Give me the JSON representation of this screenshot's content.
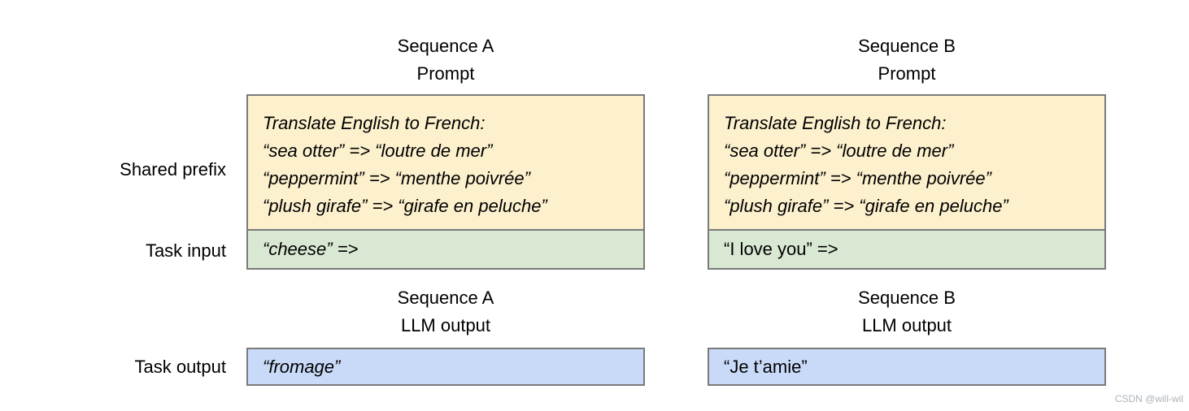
{
  "diagram": {
    "side_labels": {
      "shared_prefix": "Shared prefix",
      "task_input": "Task input",
      "task_output": "Task output"
    },
    "columns": [
      {
        "id": "sequence-a",
        "prompt_header": {
          "line1": "Sequence A",
          "line2": "Prompt"
        },
        "prompt_lines": [
          "Translate English to French:",
          "“sea otter” => “loutre de mer”",
          "“peppermint” => “menthe poivrée”",
          "“plush girafe” => “girafe en peluche”"
        ],
        "task_input": "“cheese” =>",
        "output_header": {
          "line1": "Sequence A",
          "line2": "LLM output"
        },
        "task_output": "“fromage”"
      },
      {
        "id": "sequence-b",
        "prompt_header": {
          "line1": "Sequence B",
          "line2": "Prompt"
        },
        "prompt_lines": [
          "Translate English to French:",
          "“sea otter” => “loutre de mer”",
          "“peppermint” => “menthe poivrée”",
          "“plush girafe” => “girafe en peluche”"
        ],
        "task_input": "“I love you” =>",
        "output_header": {
          "line1": "Sequence B",
          "line2": "LLM output"
        },
        "task_output": "“Je t’amie”"
      }
    ],
    "colors": {
      "prompt_bg": "#FCF0CD",
      "task_input_bg": "#D9E8D2",
      "task_output_bg": "#C9DAF8",
      "box_border": "#7A7A7A",
      "text": "#000000",
      "watermark_text": "#AEB4BA"
    },
    "watermark": "CSDN @will-wil"
  }
}
